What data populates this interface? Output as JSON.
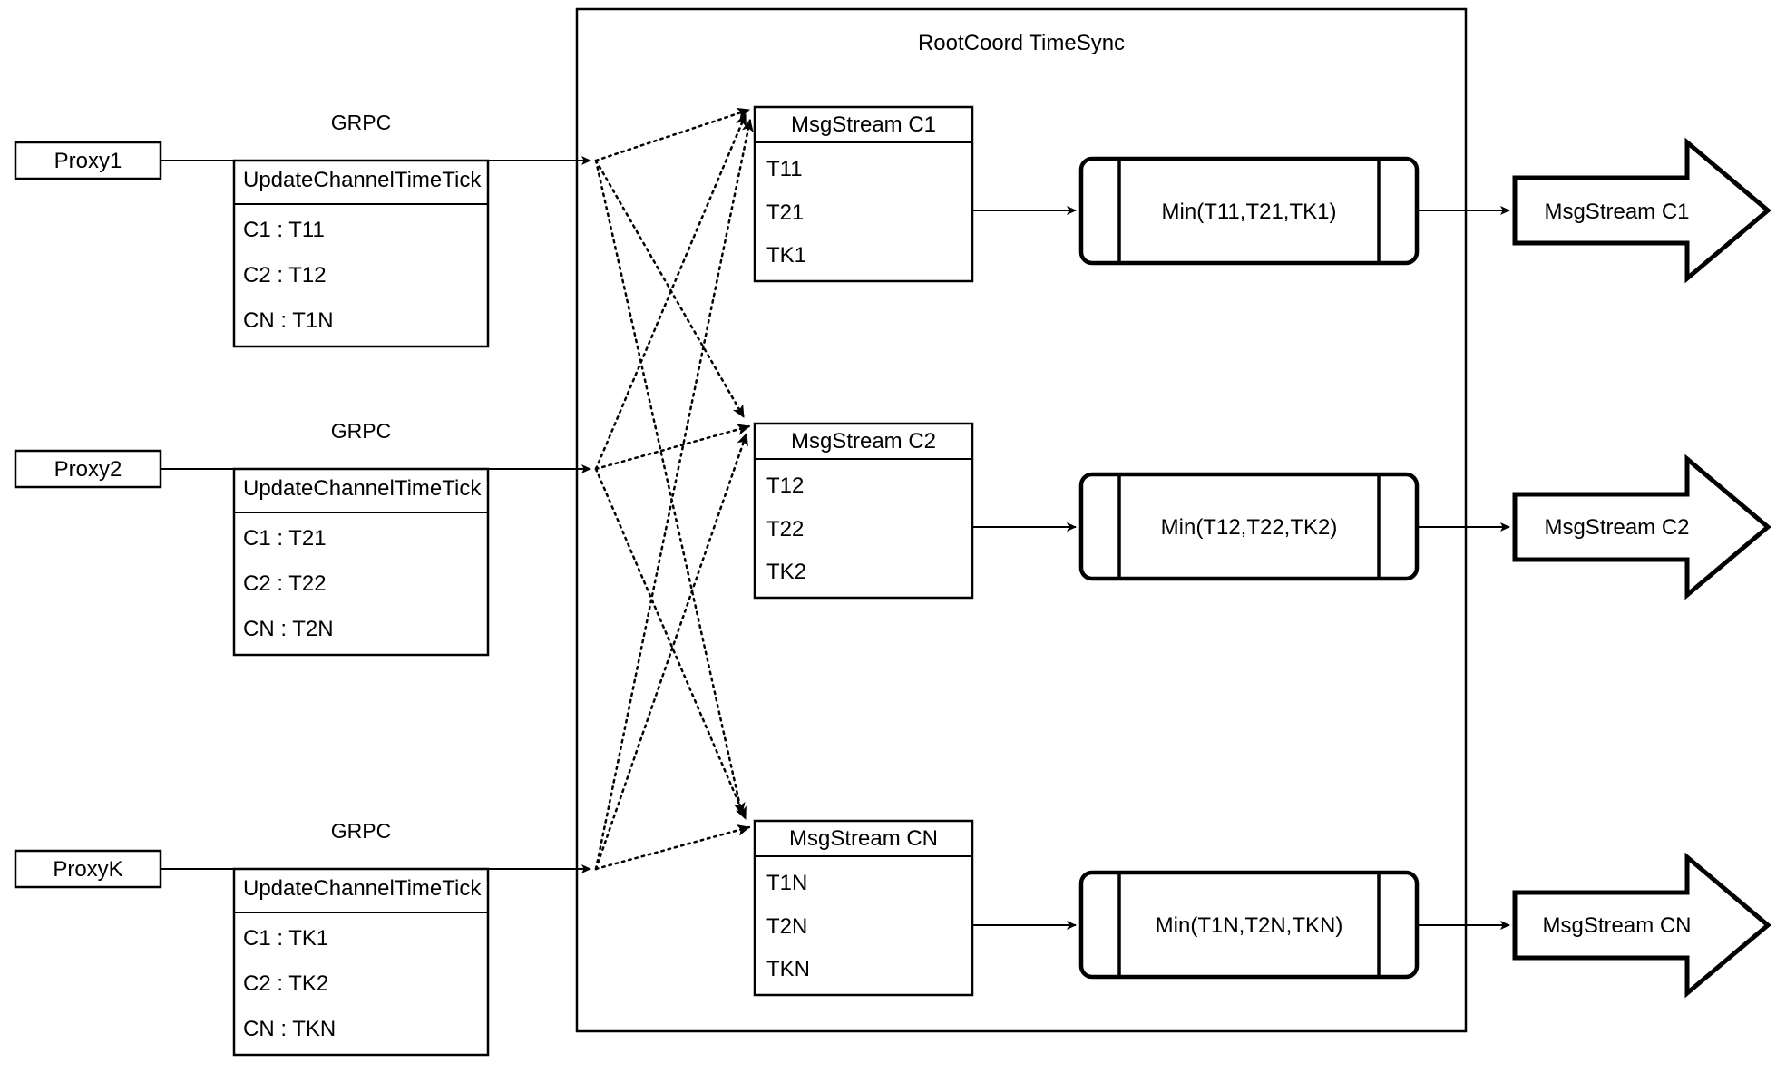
{
  "diagram": {
    "title": "RootCoord TimeSync",
    "container": {
      "label": "RootCoord TimeSync"
    },
    "proxies": [
      {
        "name": "Proxy1",
        "link_label": "GRPC",
        "request": {
          "title": "UpdateChannelTimeTick",
          "rows": [
            "C1 :  T11",
            "C2 :  T12",
            "CN : T1N"
          ]
        }
      },
      {
        "name": "Proxy2",
        "link_label": "GRPC",
        "request": {
          "title": "UpdateChannelTimeTick",
          "rows": [
            "C1 :  T21",
            "C2 :  T22",
            "CN : T2N"
          ]
        }
      },
      {
        "name": "ProxyK",
        "link_label": "GRPC",
        "request": {
          "title": "UpdateChannelTimeTick",
          "rows": [
            "C1 :  TK1",
            "C2 :  TK2",
            "CN : TKN"
          ]
        }
      }
    ],
    "channels": [
      {
        "stream": {
          "title": "MsgStream C1",
          "rows": [
            "T11",
            "T21",
            "TK1"
          ]
        },
        "process": {
          "label": "Min(T11,T21,TK1)"
        },
        "output": {
          "label": "MsgStream C1"
        }
      },
      {
        "stream": {
          "title": "MsgStream C2",
          "rows": [
            "T12",
            "T22",
            "TK2"
          ]
        },
        "process": {
          "label": "Min(T12,T22,TK2)"
        },
        "output": {
          "label": "MsgStream C2"
        }
      },
      {
        "stream": {
          "title": "MsgStream CN",
          "rows": [
            "T1N",
            "T2N",
            "TKN"
          ]
        },
        "process": {
          "label": "Min(T1N,T2N,TKN)"
        },
        "output": {
          "label": "MsgStream CN"
        }
      }
    ],
    "colors": {
      "stroke": "#000000",
      "background": "#ffffff"
    }
  }
}
